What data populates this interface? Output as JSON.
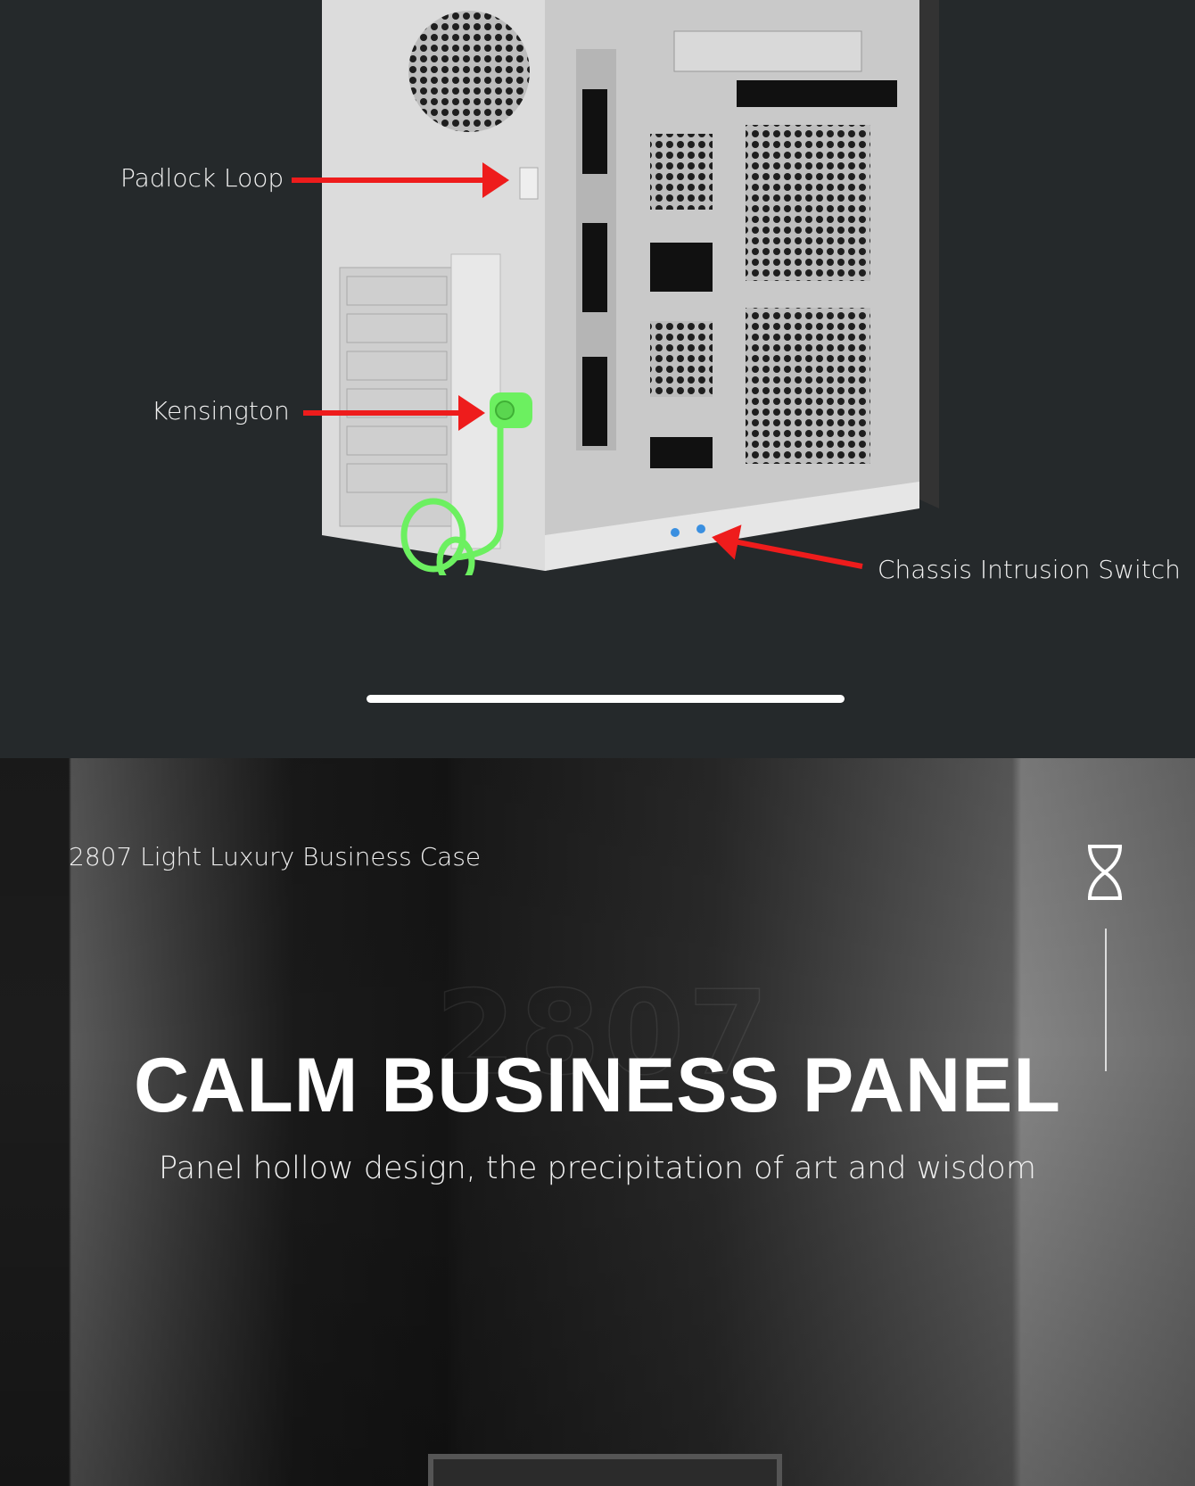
{
  "features": {
    "labels": [
      {
        "text": "Padlock Loop"
      },
      {
        "text": "Kensington"
      },
      {
        "text": "Chassis Intrusion Switch"
      }
    ],
    "arrow_color": "#ee1c1c",
    "lock_color": "#6cf060"
  },
  "panel": {
    "subtitle": "2807 Light Luxury Business Case",
    "ghost_number": "2807",
    "title": "CALM BUSINESS PANEL",
    "description": "Panel hollow design, the precipitation of art and wisdom",
    "icon": "hourglass-icon"
  }
}
